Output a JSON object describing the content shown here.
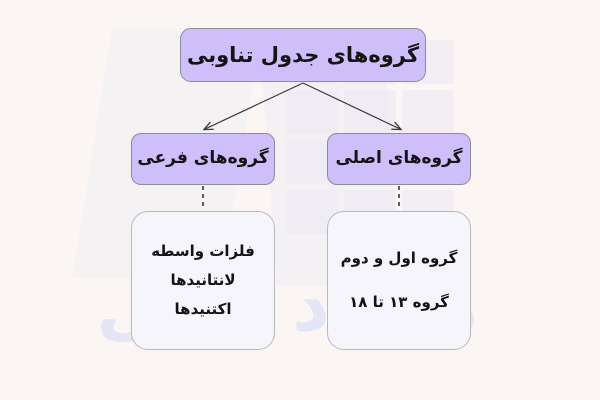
{
  "colors": {
    "background": "#fbf5f4",
    "filled_box_fill": "#cebefa",
    "filled_box_border": "#8d8d95",
    "hollow_box_fill": "#f7f5fc",
    "hollow_box_border": "#b9b9bd",
    "connector": "#3a3a3a",
    "text": "#141414",
    "watermark_left": "#e5e5f4",
    "watermark_right": "#e3e6f5"
  },
  "diagram": {
    "title_node": {
      "label": "گروه‌های جدول تناوبی"
    },
    "branches": [
      {
        "heading": "گروه‌های فرعی",
        "detail_lines": [
          "فلزات واسطه",
          "لانتانیدها",
          "اکتنیدها"
        ]
      },
      {
        "heading": "گروه‌های اصلی",
        "detail_lines": [
          "گروه اول و دوم",
          "گروه ۱۳ تا ۱۸"
        ]
      }
    ]
  },
  "watermark": {
    "left_text": "ل",
    "right_text": "هرا د"
  }
}
